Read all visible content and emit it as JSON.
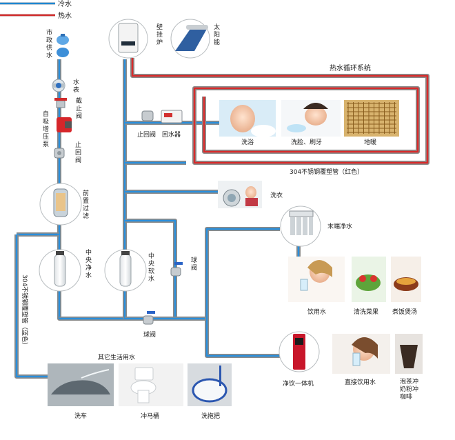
{
  "legend": {
    "cold": {
      "label": "冷水",
      "color": "#1e88d2"
    },
    "hot": {
      "label": "热水",
      "color": "#d22a2a"
    }
  },
  "pipe_colors": {
    "outline": "#8a8a8a",
    "cold": "#2a8fdc",
    "hot": "#d92b2b"
  },
  "nodes": {
    "municipal": "市政供水",
    "water_meter": "水表",
    "stop_valve": "截止阀",
    "booster_pump": "自吸增压泵",
    "check_valve_main": "止回阀",
    "prefilter": "前置过滤",
    "central_purifier": "中央净水",
    "central_softener": "中央软水",
    "ball_valve_a": "球阀",
    "ball_valve_b": "球阀",
    "pipe_blue": "304不锈钢覆塑管（蓝色）",
    "boiler": "壁挂炉",
    "solar": "太阳能",
    "hot_loop": "热水循环系统",
    "check_valve_hot": "止回阀",
    "return_device": "回水器",
    "bath": "洗浴",
    "wash_face": "洗脸、刷牙",
    "floor_heat": "地暖",
    "pipe_red": "304不锈钢覆塑管（红色）",
    "laundry": "洗衣",
    "terminal_purifier": "末端净水",
    "drinking": "饮用水",
    "wash_veg": "清洗菜果",
    "cooking": "煮饭煲汤",
    "dispenser": "净饮一体机",
    "direct_drink": "直接饮用水",
    "tea": "泡茶冲奶粉冲咖啡",
    "other_title": "其它生活用水",
    "car_wash": "洗车",
    "toilet": "冲马桶",
    "mop": "洗拖把"
  }
}
